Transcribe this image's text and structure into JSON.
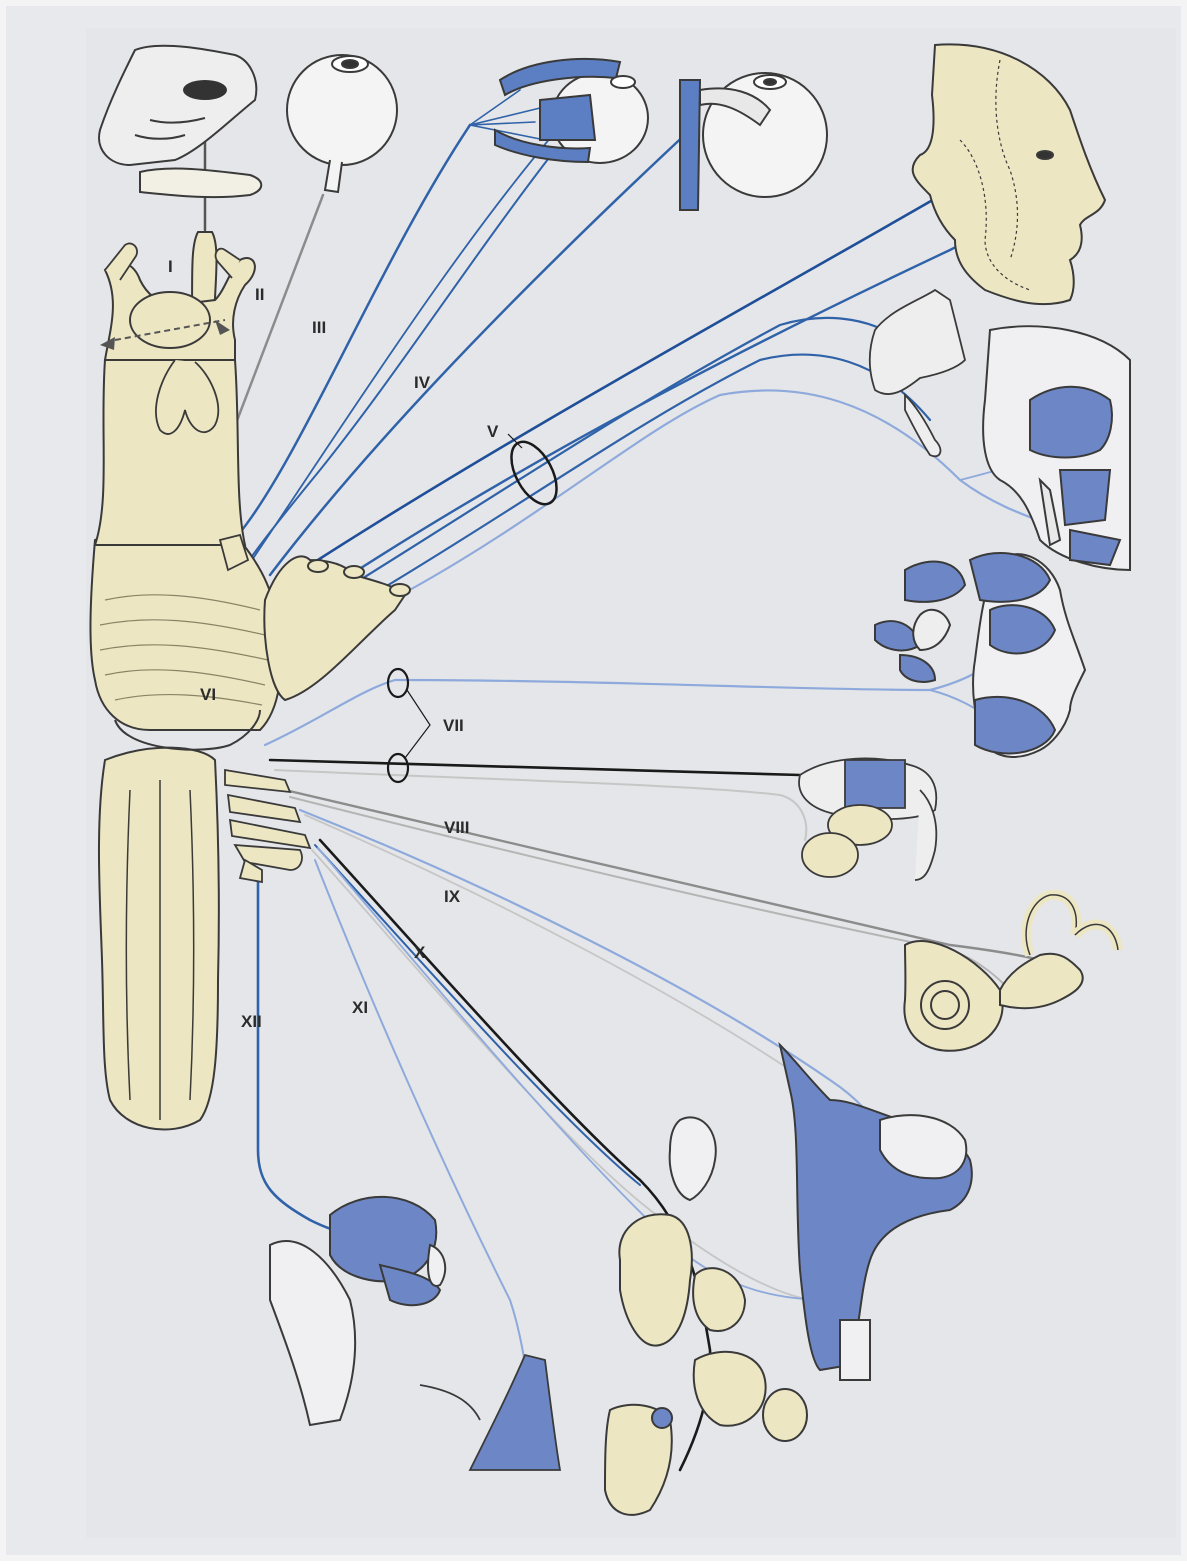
{
  "diagram": {
    "colors": {
      "background": "#e8e9ec",
      "frame": "#d4d6da",
      "tissue": "#ece6c2",
      "outline": "#3a3a3a",
      "nerve_blue": "#2f62a8",
      "nerve_light_blue": "#8eaadc",
      "nerve_gray": "#8c8c8c",
      "nerve_black": "#1a1a1a",
      "muscle_blue": "#6d87c6"
    },
    "nerve_labels": {
      "I": "I",
      "II": "II",
      "III": "III",
      "IV": "IV",
      "V": "V",
      "VI": "VI",
      "VII": "VII",
      "VIII": "VIII",
      "IX": "IX",
      "X": "X",
      "XI": "XI",
      "XII": "XII"
    }
  }
}
